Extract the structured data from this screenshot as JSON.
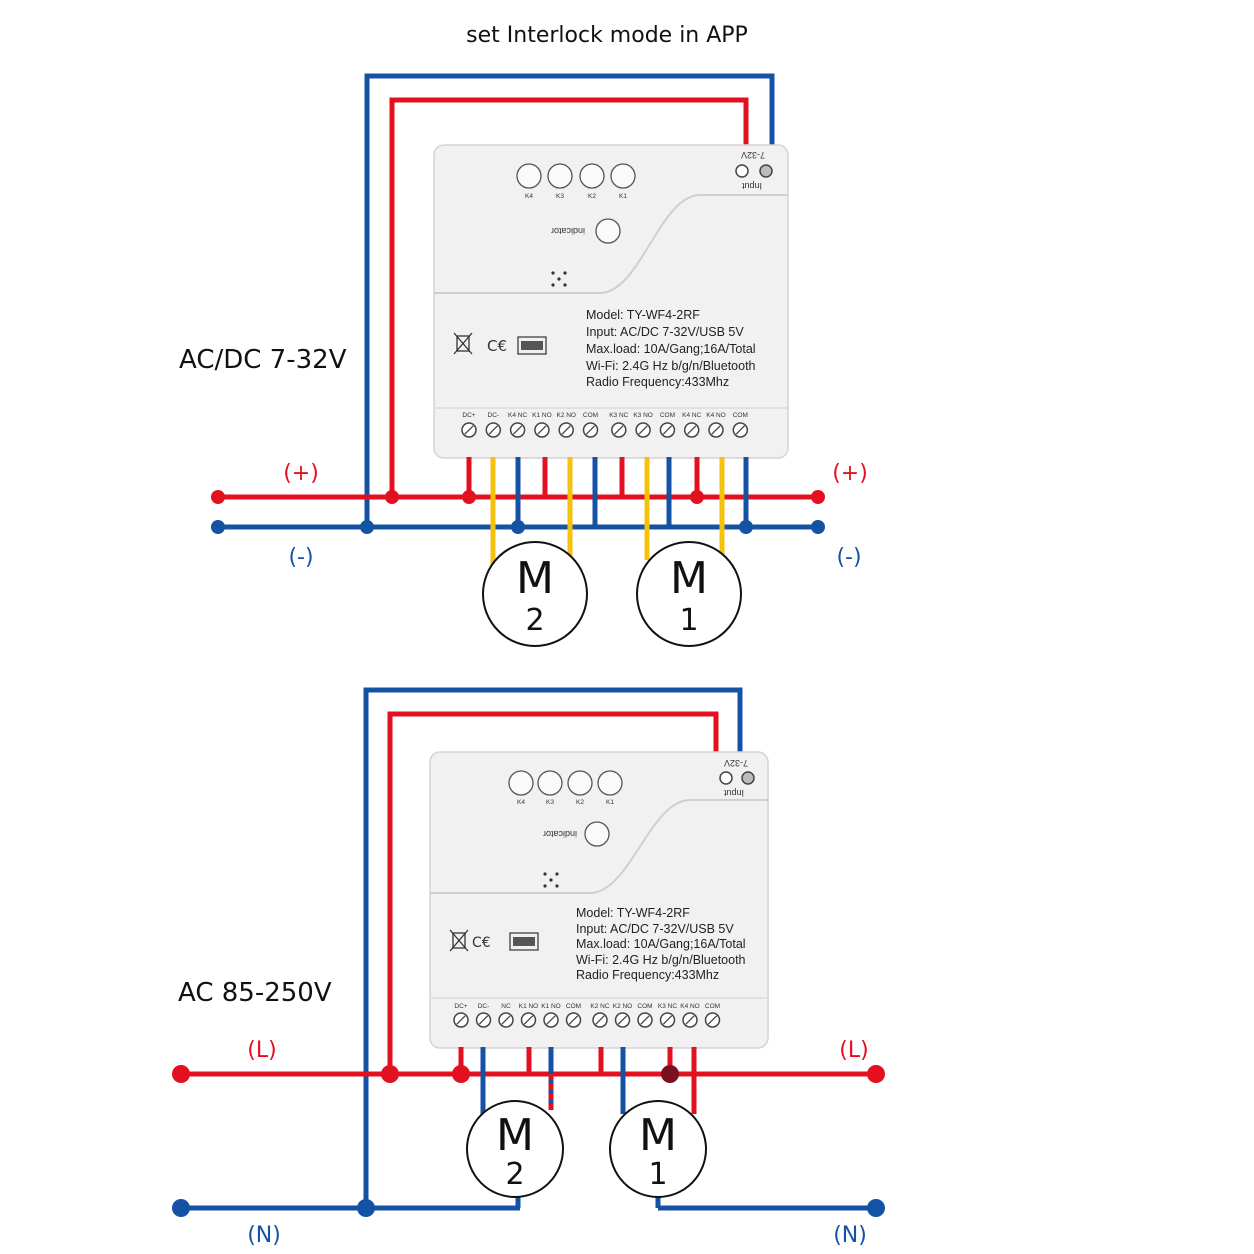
{
  "title": "set Interlock mode in APP",
  "top_diagram": {
    "supply_label": "AC/DC 7-32V",
    "left_pos": "(+)",
    "left_neg": "(-)",
    "right_pos": "(+)",
    "right_neg": "(-)",
    "motor_a": {
      "letter": "M",
      "number": "2"
    },
    "motor_b": {
      "letter": "M",
      "number": "1"
    },
    "device": {
      "input_voltage_label": "7-32V",
      "input_label": "Input",
      "buttons": [
        "K4",
        "K3",
        "K2",
        "K1"
      ],
      "indicator_label": "indicator",
      "model": "Model: TY-WF4-2RF",
      "input_spec": "Input: AC/DC 7-32V/USB 5V",
      "max_load": "Max.load: 10A/Gang;16A/Total",
      "wifi": "Wi-Fi: 2.4G Hz b/g/n/Bluetooth",
      "radio": "Radio Frequency:433Mhz",
      "terminals": [
        "DC+",
        "DC-",
        "K4 NC",
        "K1 NO",
        "K2 NO",
        "COM",
        "K3 NC",
        "K3 NO",
        "COM",
        "K4 NC",
        "K4 NO",
        "COM"
      ]
    }
  },
  "bottom_diagram": {
    "supply_label": "AC 85-250V",
    "left_live": "(L)",
    "left_neutral": "(N)",
    "right_live": "(L)",
    "right_neutral": "(N)",
    "motor_a": {
      "letter": "M",
      "number": "2"
    },
    "motor_b": {
      "letter": "M",
      "number": "1"
    },
    "device": {
      "input_voltage_label": "7-32V",
      "input_label": "Input",
      "buttons": [
        "K4",
        "K3",
        "K2",
        "K1"
      ],
      "indicator_label": "indicator",
      "model": "Model: TY-WF4-2RF",
      "input_spec": "Input: AC/DC 7-32V/USB 5V",
      "max_load": "Max.load: 10A/Gang;16A/Total",
      "wifi": "Wi-Fi: 2.4G Hz b/g/n/Bluetooth",
      "radio": "Radio Frequency:433Mhz",
      "terminals": [
        "DC+",
        "DC-",
        "NC",
        "K1 NO",
        "K1 NO",
        "COM",
        "K2 NC",
        "K2 NO",
        "COM",
        "K3 NC",
        "K4 NO",
        "COM"
      ]
    }
  }
}
